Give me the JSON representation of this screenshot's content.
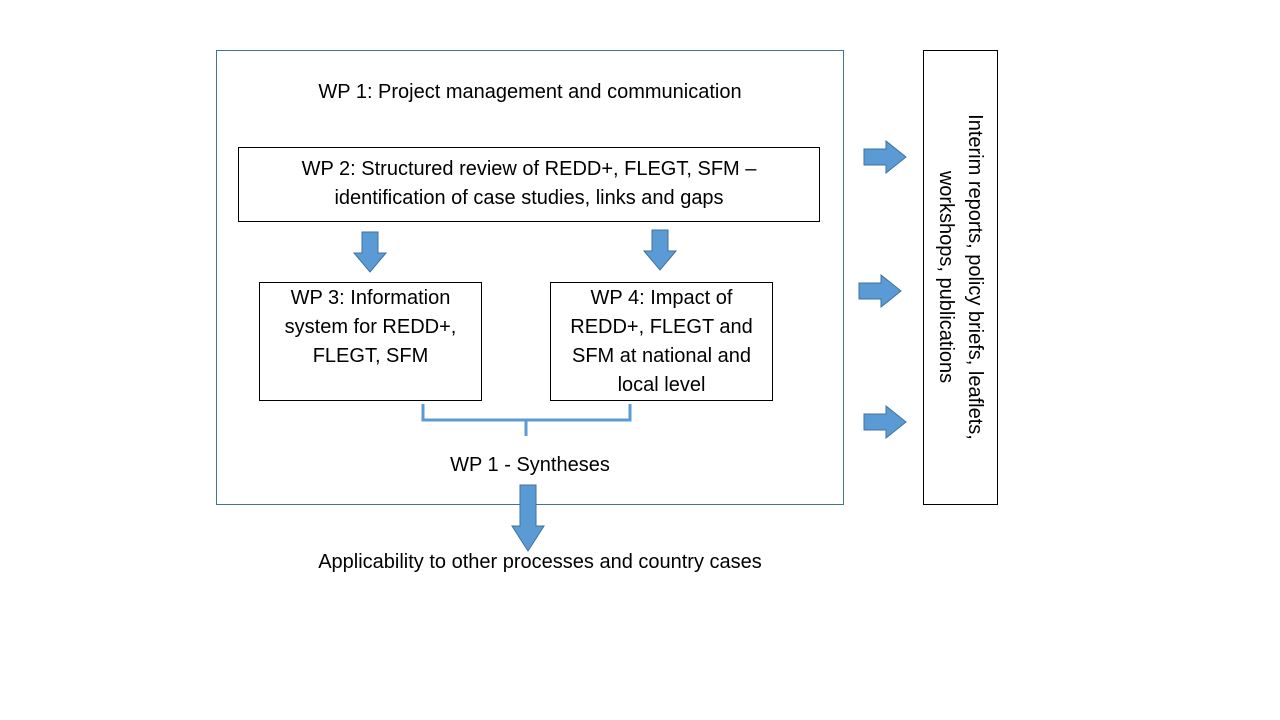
{
  "wp1": {
    "title": "WP 1: Project management and communication"
  },
  "wp2": {
    "line1": "WP 2: Structured review of REDD+, FLEGT, SFM –",
    "line2": "identification of case studies, links and gaps"
  },
  "wp3": {
    "lines": [
      "WP 3: Information",
      "system for REDD+,",
      "FLEGT, SFM"
    ]
  },
  "wp4": {
    "lines": [
      "WP 4: Impact of",
      "REDD+, FLEGT and",
      "SFM at national and",
      "local level"
    ]
  },
  "synthesis": {
    "label": "WP 1 - Syntheses"
  },
  "applicability": {
    "label": "Applicability to other processes and country cases"
  },
  "outputs": {
    "line1": "Interim reports, policy briefs, leaflets,",
    "line2": "workshops, publications"
  },
  "colors": {
    "frame": "#41719c",
    "arrow_fill": "#5b9bd5",
    "arrow_stroke": "#41719c",
    "bracket": "#5b9bd5"
  }
}
